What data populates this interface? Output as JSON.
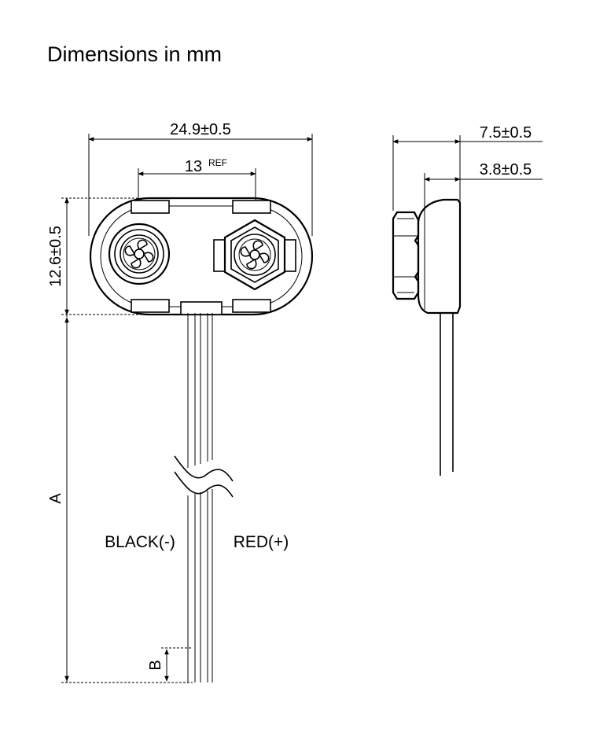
{
  "title": "Dimensions in mm",
  "labels": {
    "width": "24.9±0.5",
    "pitch_value": "13",
    "pitch_note": "REF",
    "height": "12.6±0.5",
    "depth_total": "7.5±0.5",
    "depth_body": "3.8±0.5",
    "lead_length": "A",
    "strip_length": "B",
    "black_wire": "BLACK(-)",
    "red_wire": "RED(+)"
  }
}
